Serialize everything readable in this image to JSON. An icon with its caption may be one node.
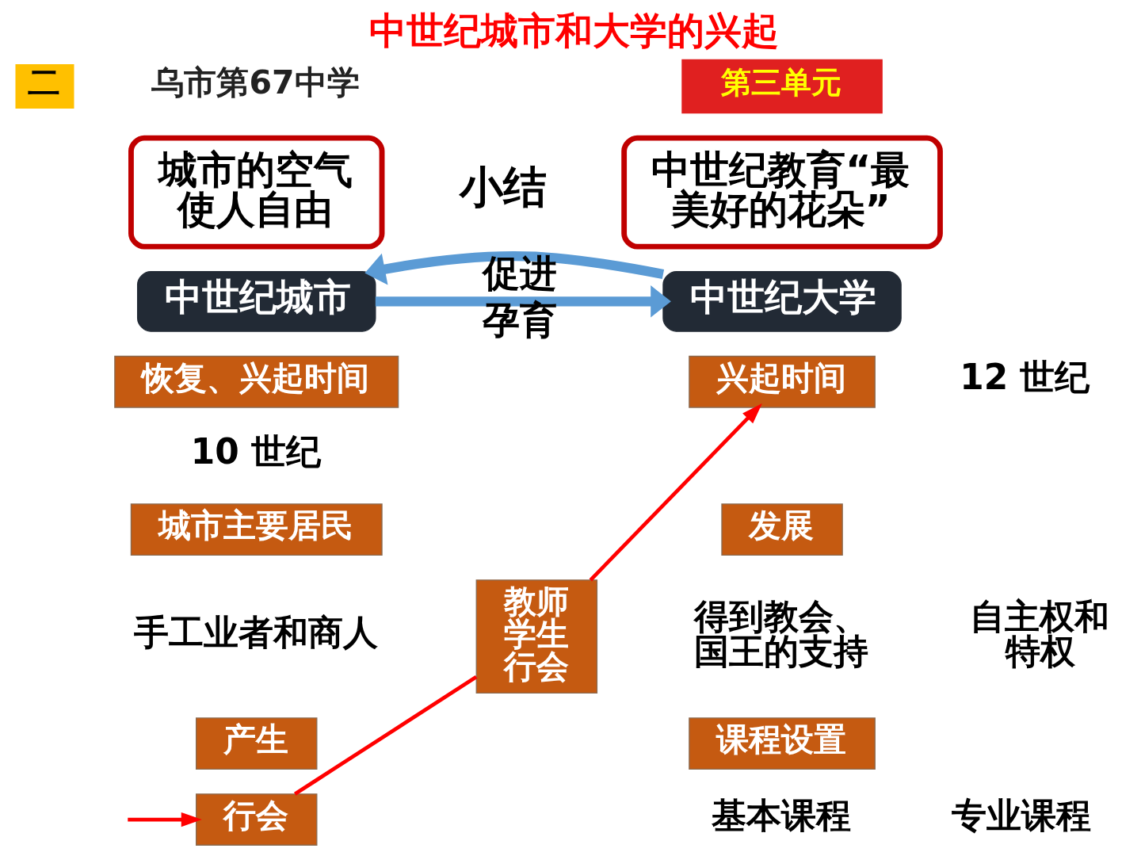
{
  "diagram": {
    "title": "中世纪城市和大学的兴起",
    "nodes": [
      {
        "text": [
          "第三单元"
        ]
      },
      {
        "text": [
          "城市的空气使人自由"
        ]
      },
      {
        "text": [
          "中世纪教育“最美好的花朵”"
        ]
      },
      {
        "text": [
          "中世纪城市"
        ]
      },
      {
        "text": [
          "中世纪大学"
        ]
      },
      {
        "text": [
          "恢复、兴起时间"
        ],
        "beside": [
          "10 世纪"
        ]
      },
      {
        "text": [
          "兴起时间"
        ],
        "beside": [
          "12 世纪"
        ]
      },
      {
        "text": [
          "城市主要居民"
        ],
        "beside": [
          "手工业者和商人"
        ]
      },
      {
        "text": [
          "教师学生行会"
        ]
      },
      {
        "text": [
          "发展"
        ],
        "beside": [
          "得到教会、国王的支持",
          "自主权和特权"
        ]
      },
      {
        "text": [
          "产生"
        ]
      },
      {
        "text": [
          "课程设置"
        ],
        "beside": [
          "基本课程",
          "专业课程"
        ]
      },
      {
        "text": [
          "行会"
        ]
      }
    ],
    "edges": [
      {
        "from": 3,
        "to": 4,
        "arrow": "to",
        "label": "孕育",
        "style": "thick",
        "color": "#5b9bd5"
      },
      {
        "from": 4,
        "to": 3,
        "arrow": "to",
        "label": "促进",
        "style": "thick",
        "color": "#5b9bd5"
      },
      {
        "from": null,
        "to": 12,
        "arrow": "to",
        "color": "#ff0000"
      },
      {
        "from": 12,
        "to": 8,
        "arrow": "none",
        "color": "#ff0000"
      },
      {
        "from": 8,
        "to": 6,
        "arrow": "to",
        "color": "#ff0000"
      }
    ],
    "labels": [
      "二",
      "乌市第67中学",
      "小结"
    ]
  }
}
